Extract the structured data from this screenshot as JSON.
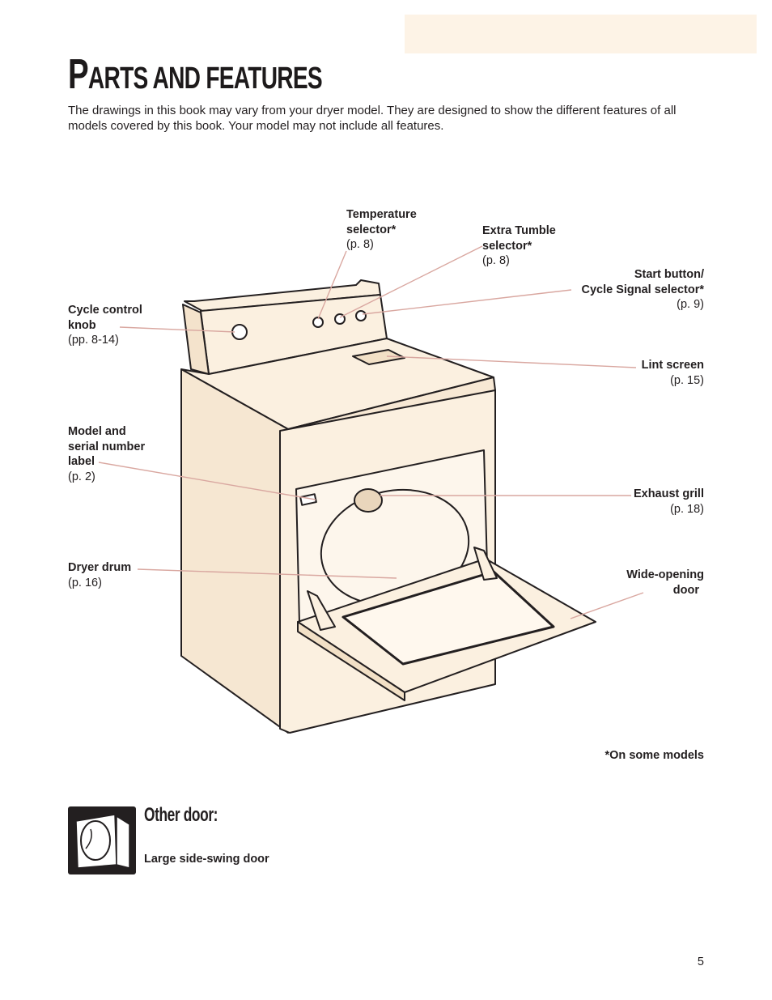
{
  "title": {
    "first_letter": "P",
    "rest": "ARTS AND FEATURES"
  },
  "intro": "The drawings in this book may vary from your dryer model. They are designed to show the different features of all models covered by this book. Your model may not include all features.",
  "callouts": {
    "temperature": {
      "name_line1": "Temperature",
      "name_line2": "selector*",
      "page": "(p. 8)"
    },
    "extra_tumble": {
      "name_line1": "Extra Tumble",
      "name_line2": "selector*",
      "page": "(p. 8)"
    },
    "start_button": {
      "name_line1": "Start button/",
      "name_line2": "Cycle Signal selector*",
      "page": "(p. 9)"
    },
    "cycle_knob": {
      "name_line1": "Cycle control",
      "name_line2": "knob",
      "page": "(pp. 8-14)"
    },
    "lint_screen": {
      "name": "Lint screen",
      "page": "(p. 15)"
    },
    "model_label": {
      "name_line1": "Model and",
      "name_line2": "serial number",
      "name_line3": "label",
      "page": "(p. 2)"
    },
    "exhaust_grill": {
      "name": "Exhaust grill",
      "page": "(p. 18)"
    },
    "dryer_drum": {
      "name": "Dryer drum",
      "page": "(p. 16)"
    },
    "wide_door": {
      "name_line1": "Wide-opening",
      "name_line2": "door"
    }
  },
  "footnote": "*On some models",
  "other_door": {
    "title": "Other door:",
    "caption": "Large side-swing door"
  },
  "page_number": "5",
  "colors": {
    "cabinet_fill": "#fbf0e0",
    "leader_line": "#d9a7a0",
    "header_band": "#fdf3e6",
    "outline": "#231f20"
  }
}
